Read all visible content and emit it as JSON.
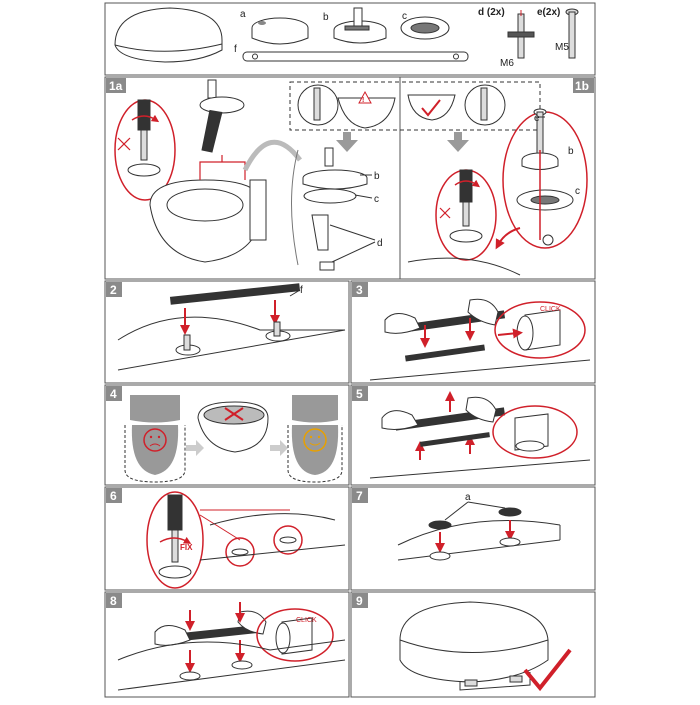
{
  "colors": {
    "accent": "#d0202a",
    "badge": "#8a8a8a",
    "arrow_gray": "#9a9a9a",
    "frame": "#555555",
    "line": "#333333",
    "sad_face": "#d0202a",
    "happy_face": "#e8a000"
  },
  "parts": {
    "a": "a",
    "b": "b",
    "c": "c",
    "d": "d (2x)",
    "e": "e(2x)",
    "f": "f",
    "thread_d": "M6",
    "thread_e": "M5"
  },
  "steps": {
    "s1a": "1a",
    "s1b": "1b",
    "s2": "2",
    "s3": "3",
    "s4": "4",
    "s5": "5",
    "s6": "6",
    "s7": "7",
    "s8": "8",
    "s9": "9"
  },
  "callouts": {
    "b": "b",
    "c": "c",
    "d": "d",
    "e": "e",
    "f": "f",
    "a": "a",
    "click": "CLICK",
    "fix": "FIX"
  },
  "icons": {
    "sad": "sad-face-icon",
    "happy": "happy-face-icon",
    "check": "check-mark-icon",
    "warning": "warning-icon",
    "cross": "cross-icon",
    "rotate": "rotate-arrow-icon"
  }
}
